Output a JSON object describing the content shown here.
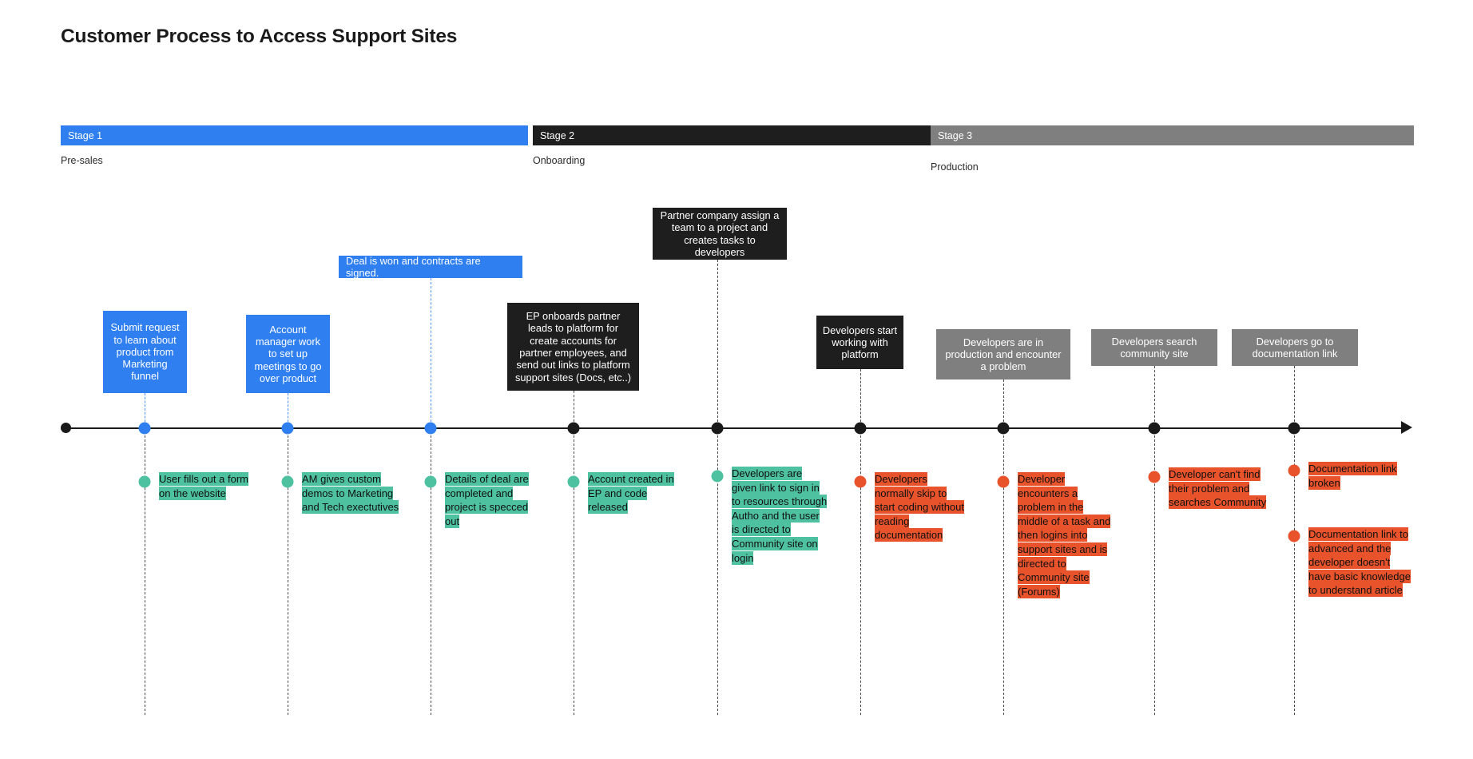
{
  "page": {
    "title": "Customer Process to Access Support Sites"
  },
  "stages": [
    {
      "label": "Stage 1",
      "sublabel": "Pre-sales",
      "color": "#2f7ff0"
    },
    {
      "label": "Stage 2",
      "sublabel": "Onboarding",
      "color": "#1e1e1e"
    },
    {
      "label": "Stage 3",
      "sublabel": "Production",
      "color": "#7f7f7f"
    }
  ],
  "callouts": [
    {
      "id": "submit-request",
      "text": "Submit request to learn about product from Marketing funnel",
      "style": "blue"
    },
    {
      "id": "account-manager",
      "text": "Account manager work to set up meetings to go over product",
      "style": "blue"
    },
    {
      "id": "deal-won",
      "text": "Deal is won and contracts are signed.",
      "style": "blue"
    },
    {
      "id": "ep-onboards",
      "text": "EP onboards partner leads to platform for create accounts for partner employees, and send out links to platform support sites (Docs, etc..)",
      "style": "black"
    },
    {
      "id": "partner-assign",
      "text": "Partner company assign a team to a project and creates tasks to developers",
      "style": "black"
    },
    {
      "id": "devs-start",
      "text": "Developers start working with platform",
      "style": "black"
    },
    {
      "id": "devs-production",
      "text": "Developers are in production and encounter a problem",
      "style": "gray"
    },
    {
      "id": "devs-search",
      "text": "Developers search community site",
      "style": "gray"
    },
    {
      "id": "devs-docs",
      "text": "Developers go to documentation link",
      "style": "gray"
    }
  ],
  "notes": [
    {
      "id": "user-fills-form",
      "text": "User fills out a form on the website",
      "style": "green"
    },
    {
      "id": "am-demos",
      "text": "AM gives custom demos to Marketing and Tech exectutives",
      "style": "green"
    },
    {
      "id": "deal-details",
      "text": "Details of deal are completed and project is specced out",
      "style": "green"
    },
    {
      "id": "account-created",
      "text": "Account created in EP and code released",
      "style": "green"
    },
    {
      "id": "devs-given-link",
      "text": "Developers are given link to sign in to resources through Autho and the user is directed to Community site on login",
      "style": "green"
    },
    {
      "id": "devs-skip-docs",
      "text": "Developers normally skip to start coding without reading documentation",
      "style": "red"
    },
    {
      "id": "dev-encounters",
      "text": "Developer encounters a problem in the middle of a task and then logins into support sites and is directed to Community site (Forums)",
      "style": "red"
    },
    {
      "id": "dev-cant-find",
      "text": "Developer can't find their problem and searches Community",
      "style": "red"
    },
    {
      "id": "doc-link-broken",
      "text": "Documentation link broken",
      "style": "red"
    },
    {
      "id": "doc-too-advanced",
      "text": "Documentation link to advanced and the developer doesn't have basic knowledge to understand article",
      "style": "red"
    }
  ],
  "colors": {
    "stage1": "#2f7ff0",
    "stage2": "#1e1e1e",
    "stage3": "#7f7f7f",
    "green": "#4ec2a0",
    "red": "#e8532c",
    "axis": "#1a1a1a"
  }
}
